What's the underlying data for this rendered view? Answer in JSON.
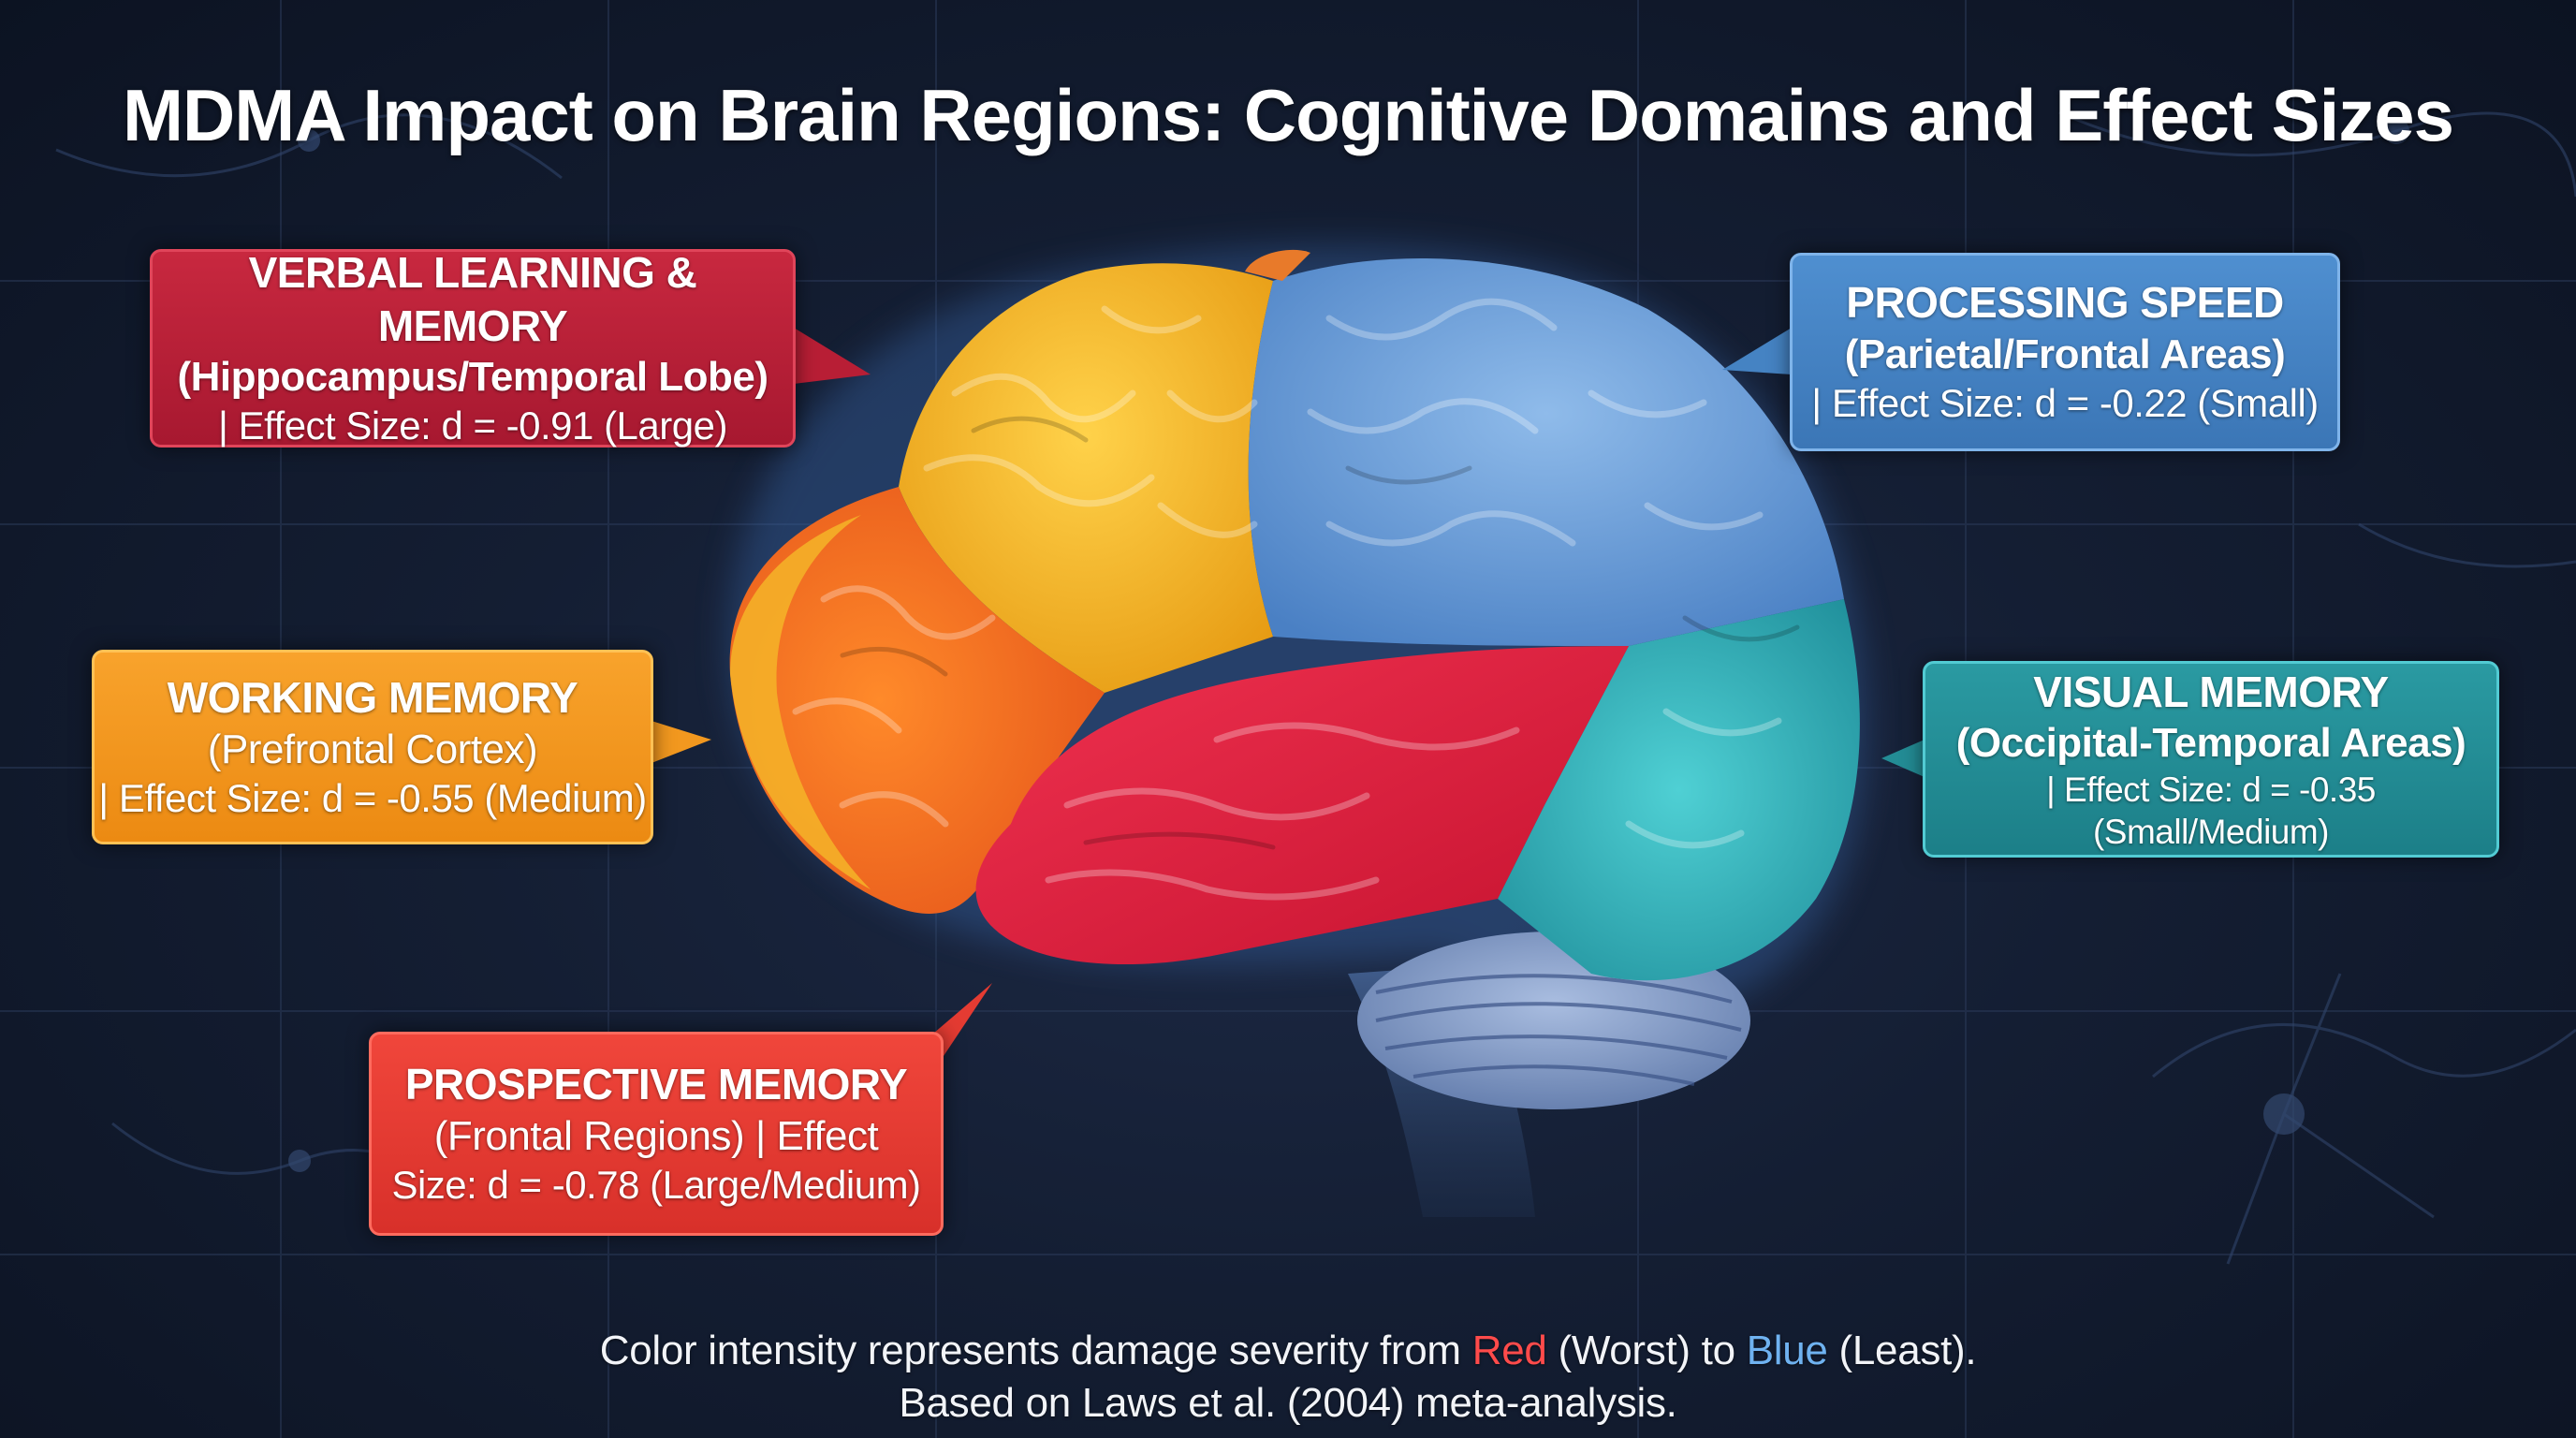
{
  "title": "MDMA Impact on Brain Regions: Cognitive Domains and Effect Sizes",
  "callouts": {
    "verbal": {
      "heading": "VERBAL LEARNING & MEMORY",
      "region": "(Hippocampus/Temporal Lobe)",
      "effect": "| Effect Size: d = -0.91 (Large)",
      "color": "#b81e35"
    },
    "working": {
      "heading": "WORKING MEMORY",
      "region": "(Prefrontal Cortex)",
      "effect": "| Effect Size: d = -0.55 (Medium)",
      "color": "#f2981f"
    },
    "prospective": {
      "heading": "PROSPECTIVE MEMORY",
      "region": "(Frontal Regions) | Effect",
      "effect": "Size: d = -0.78 (Large/Medium)",
      "color": "#e43b32"
    },
    "processing": {
      "heading": "PROCESSING SPEED",
      "region": "(Parietal/Frontal Areas)",
      "effect": "| Effect Size: d = -0.22 (Small)",
      "color": "#4583c3"
    },
    "visual": {
      "heading": "VISUAL MEMORY",
      "region": "(Occipital-Temporal Areas)",
      "effect": "| Effect Size: d = -0.35 (Small/Medium)",
      "color": "#238c95"
    }
  },
  "footer": {
    "line1_prefix": "Color intensity represents damage severity from ",
    "red_word": "Red",
    "line1_middle": " (Worst) to ",
    "blue_word": "Blue",
    "line1_suffix": " (Least).",
    "line2": "Based on Laws et al. (2004) meta-analysis."
  },
  "colors": {
    "background": "#141e33",
    "frontal_gold": "#f2b21f",
    "frontal_orange": "#f07a1c",
    "temporal_red": "#d81d3e",
    "parietal_blue": "#5b93d3",
    "occipital_teal": "#2fb0b6",
    "cerebellum": "#7f96c2"
  }
}
